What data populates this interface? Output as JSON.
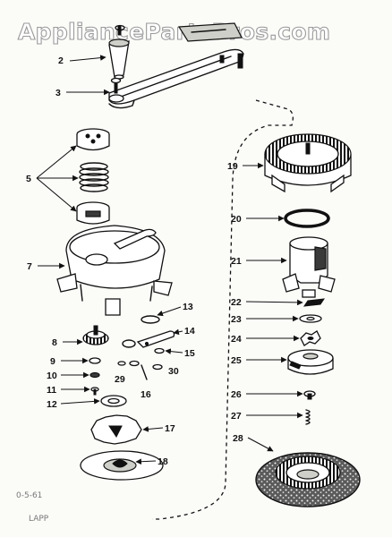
{
  "watermark": "AppliancePartsPros.com",
  "labels": [
    "2",
    "3",
    "5",
    "7",
    "8",
    "9",
    "10",
    "11",
    "12",
    "13",
    "14",
    "15",
    "16",
    "17",
    "18",
    "19",
    "20",
    "21",
    "22",
    "23",
    "24",
    "25",
    "26",
    "27",
    "28",
    "29",
    "30"
  ],
  "notes": [
    "0-5-61",
    "LAPP"
  ]
}
